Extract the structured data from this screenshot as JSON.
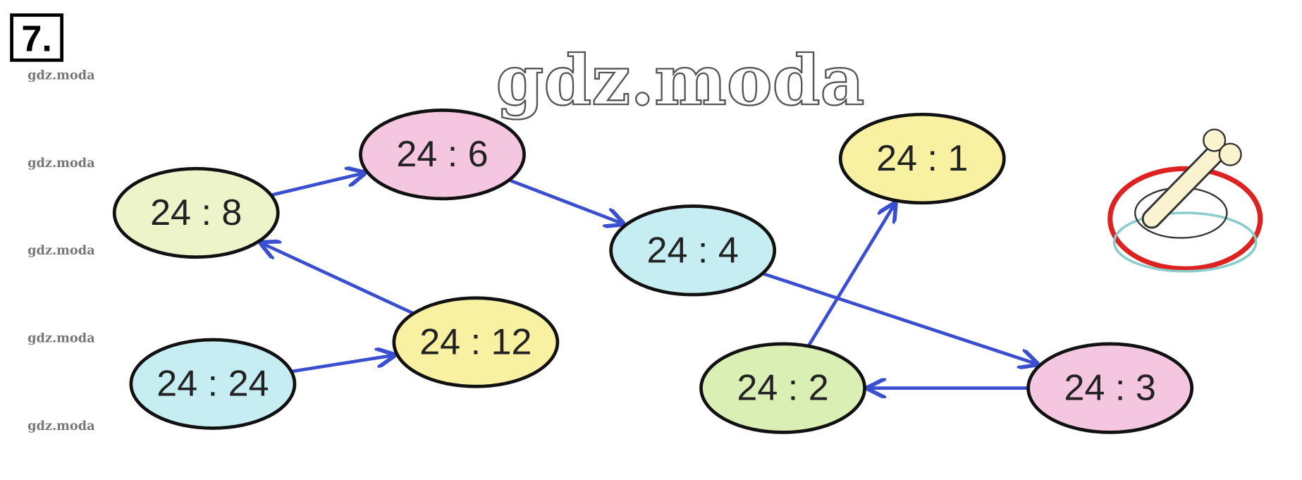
{
  "exercise_number": "7.",
  "watermark": "gdz.moda",
  "side_watermarks": [
    "gdz.moda",
    "gdz.moda",
    "gdz.moda",
    "gdz.moda",
    "gdz.moda"
  ],
  "colors": {
    "arrow": "#3a4fd0",
    "yellow": "#f8f1a2",
    "pink": "#f5c6e0",
    "cyan": "#c6eef2",
    "green": "#d9efb4",
    "lime": "#eef4c9"
  },
  "nodes": [
    {
      "id": "n8",
      "label": "24 : 8",
      "color": "#eef4c9"
    },
    {
      "id": "n6",
      "label": "24 : 6",
      "color": "#f5c6e0"
    },
    {
      "id": "n4",
      "label": "24 : 4",
      "color": "#c6eef2"
    },
    {
      "id": "n1",
      "label": "24 : 1",
      "color": "#f8f1a2"
    },
    {
      "id": "n12",
      "label": "24 : 12",
      "color": "#f8f1a2"
    },
    {
      "id": "n24",
      "label": "24 : 24",
      "color": "#c6eef2"
    },
    {
      "id": "n2",
      "label": "24 : 2",
      "color": "#d9efb4"
    },
    {
      "id": "n3",
      "label": "24 : 3",
      "color": "#f5c6e0"
    }
  ],
  "edges": [
    [
      "n24",
      "n12"
    ],
    [
      "n12",
      "n8"
    ],
    [
      "n8",
      "n6"
    ],
    [
      "n6",
      "n4"
    ],
    [
      "n4",
      "n3"
    ],
    [
      "n3",
      "n2"
    ],
    [
      "n2",
      "n1"
    ]
  ]
}
